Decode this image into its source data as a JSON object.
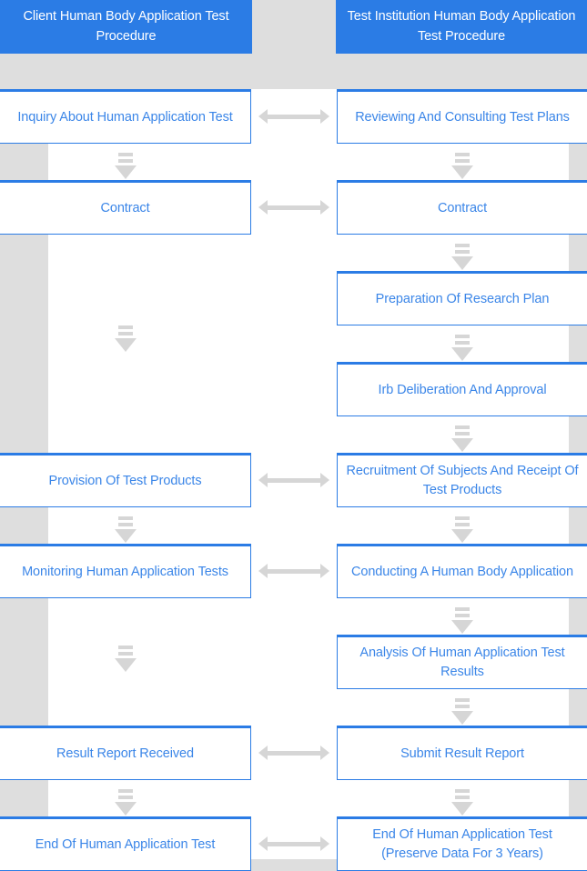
{
  "diagram": {
    "title": "Human Body Application Test Procedure Flow",
    "colors": {
      "brand_blue": "#2b7ce5",
      "text_blue": "#3b86e8",
      "background_gray": "#dedede",
      "lane_white": "#ffffff",
      "arrow_gray": "#d6d6d6"
    },
    "headers": {
      "left": "Client Human Body Application Test Procedure",
      "right": "Test Institution Human Body Application Test Procedure"
    },
    "left_column": [
      {
        "row": 1,
        "label": "Inquiry About Human Application Test"
      },
      {
        "row": 2,
        "label": "Contract"
      },
      {
        "row": 5,
        "label": "Provision Of Test Products"
      },
      {
        "row": 6,
        "label": "Monitoring Human Application Tests"
      },
      {
        "row": 8,
        "label": "Result Report Received"
      },
      {
        "row": 9,
        "label": "End Of Human Application Test"
      }
    ],
    "right_column": [
      {
        "row": 1,
        "label": "Reviewing And Consulting Test Plans"
      },
      {
        "row": 2,
        "label": "Contract"
      },
      {
        "row": 3,
        "label": "Preparation Of Research Plan"
      },
      {
        "row": 4,
        "label": "Irb Deliberation And Approval"
      },
      {
        "row": 5,
        "label": "Recruitment Of Subjects And Receipt Of Test Products"
      },
      {
        "row": 6,
        "label": "Conducting A Human Body Application"
      },
      {
        "row": 7,
        "label": "Analysis Of Human Application Test Results"
      },
      {
        "row": 8,
        "label": "Submit Result Report"
      },
      {
        "row": 9,
        "label": "End Of Human Application Test (Preserve Data For 3 Years)"
      }
    ],
    "cross_links": [
      {
        "between_row": 1,
        "icon": "double-arrow-horizontal"
      },
      {
        "between_row": 2,
        "icon": "double-arrow-horizontal"
      },
      {
        "between_row": 5,
        "icon": "double-arrow-horizontal"
      },
      {
        "between_row": 6,
        "icon": "double-arrow-horizontal"
      },
      {
        "between_row": 8,
        "icon": "double-arrow-horizontal"
      },
      {
        "between_row": 9,
        "icon": "double-arrow-horizontal"
      }
    ],
    "flow_arrows_left": [
      {
        "after_row": 1,
        "icon": "down-arrow"
      },
      {
        "after_row": 2,
        "icon": "down-arrow"
      },
      {
        "after_row": 5,
        "icon": "down-arrow"
      },
      {
        "after_row": 6,
        "icon": "down-arrow"
      },
      {
        "after_row": 8,
        "icon": "down-arrow"
      }
    ],
    "flow_arrows_right": [
      {
        "after_row": 1,
        "icon": "down-arrow"
      },
      {
        "after_row": 2,
        "icon": "down-arrow"
      },
      {
        "after_row": 3,
        "icon": "down-arrow"
      },
      {
        "after_row": 4,
        "icon": "down-arrow"
      },
      {
        "after_row": 5,
        "icon": "down-arrow"
      },
      {
        "after_row": 6,
        "icon": "down-arrow"
      },
      {
        "after_row": 7,
        "icon": "down-arrow"
      },
      {
        "after_row": 8,
        "icon": "down-arrow"
      }
    ]
  }
}
